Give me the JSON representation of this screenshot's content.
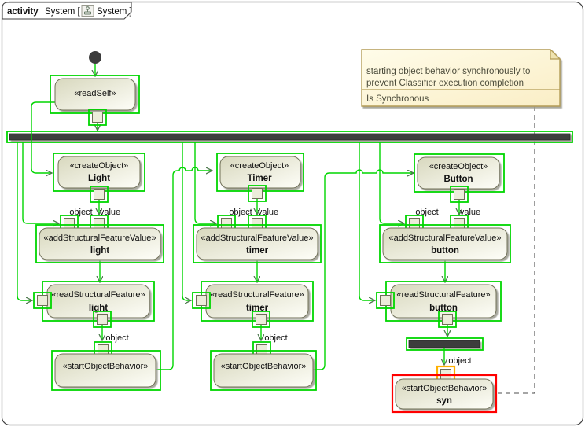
{
  "header": {
    "keyword": "activity",
    "name": "System [",
    "diagram_name": "System ]",
    "icon": "activity-diagram-icon"
  },
  "note": {
    "body_line1": "starting object behavior synchronously to",
    "body_line2": "prevent Classifier execution completion",
    "property": "Is Synchronous"
  },
  "nodes": {
    "read_self": {
      "stereotype": "«readSelf»",
      "name": ""
    },
    "create_light": {
      "stereotype": "«createObject»",
      "name": "Light"
    },
    "add_light": {
      "stereotype": "«addStructuralFeatureValue»",
      "name": "light"
    },
    "read_light": {
      "stereotype": "«readStructuralFeature»",
      "name": "light"
    },
    "start_light": {
      "stereotype": "«startObjectBehavior»",
      "name": ""
    },
    "create_timer": {
      "stereotype": "«createObject»",
      "name": "Timer"
    },
    "add_timer": {
      "stereotype": "«addStructuralFeatureValue»",
      "name": "timer"
    },
    "read_timer": {
      "stereotype": "«readStructuralFeature»",
      "name": "timer"
    },
    "start_timer": {
      "stereotype": "«startObjectBehavior»",
      "name": ""
    },
    "create_button": {
      "stereotype": "«createObject»",
      "name": "Button"
    },
    "add_button": {
      "stereotype": "«addStructuralFeatureValue»",
      "name": "button"
    },
    "read_button": {
      "stereotype": "«readStructuralFeature»",
      "name": "button"
    },
    "start_syn": {
      "stereotype": "«startObjectBehavior»",
      "name": "syn"
    }
  },
  "pin_labels": {
    "object": "object",
    "value": "value"
  },
  "colors": {
    "selection_green": "#00d600",
    "highlight_red": "#ff0000",
    "highlight_orange": "#ffb000",
    "node_border": "#6f6f57",
    "node_fill_dark": "#d8d8be",
    "node_fill_light": "#fefef8",
    "bar_fill": "#3e3e3e",
    "note_border": "#b39c55",
    "note_fill": "#fffbe0",
    "anchor_gray": "#4d4d4d"
  }
}
